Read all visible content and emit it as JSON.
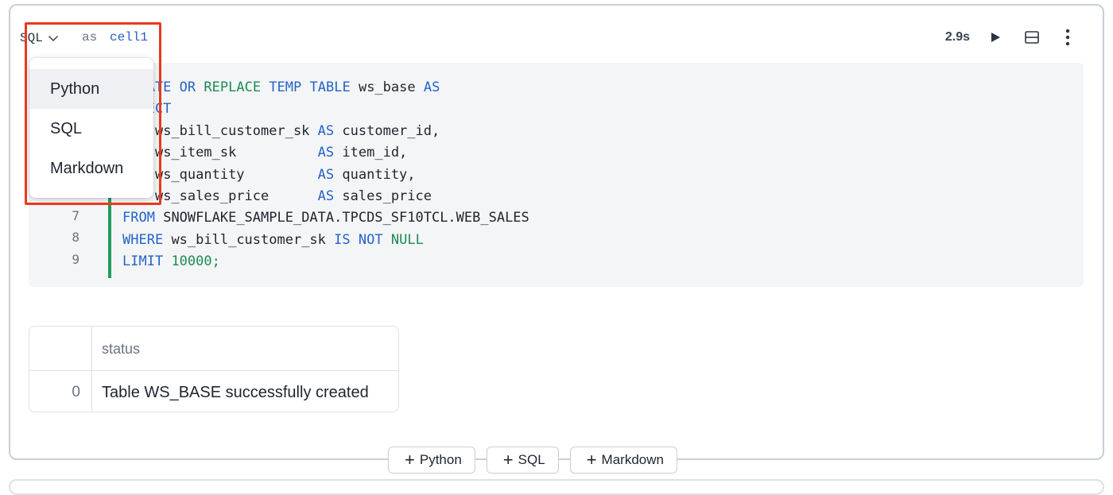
{
  "header": {
    "language": "SQL",
    "as_label": "as",
    "cell_name": "cell1",
    "exec_time": "2.9s"
  },
  "menu": {
    "items": [
      "Python",
      "SQL",
      "Markdown"
    ],
    "hovered": "Python"
  },
  "editor": {
    "line_numbers": [
      "7",
      "8",
      "9"
    ],
    "lines": [
      "CREATE OR REPLACE TEMP TABLE ws_base AS",
      "SELECT",
      "    ws_bill_customer_sk AS customer_id,",
      "    ws_item_sk          AS item_id,",
      "    ws_quantity         AS quantity,",
      "    ws_sales_price      AS sales_price",
      "FROM SNOWFLAKE_SAMPLE_DATA.TPCDS_SF10TCL.WEB_SALES",
      "WHERE ws_bill_customer_sk IS NOT NULL",
      "LIMIT 10000;"
    ]
  },
  "result": {
    "columns": [
      "status"
    ],
    "rows": [
      {
        "index": "0",
        "status": "Table WS_BASE successfully created"
      }
    ]
  },
  "add_bar": {
    "python_label": "Python",
    "sql_label": "SQL",
    "markdown_label": "Markdown"
  },
  "colors": {
    "keyword_blue": "#2563c9",
    "keyword_green": "#1f8a55",
    "highlight_red": "#e8391e"
  }
}
